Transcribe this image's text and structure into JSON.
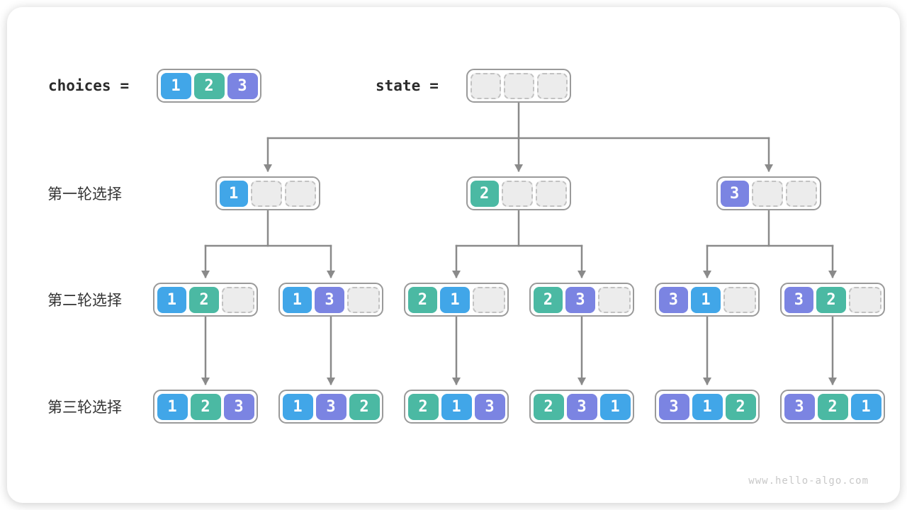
{
  "header": {
    "choices_label": "choices",
    "state_label": "state",
    "equals": "=",
    "choices_cells": [
      "1",
      "2",
      "3"
    ],
    "state_cells": [
      "",
      "",
      ""
    ]
  },
  "colors": {
    "1": "#41a6e8",
    "2": "#4bb9a3",
    "3": "#7b84e2",
    "empty_cell_bg": "#ececec",
    "empty_cell_border": "#c2c2c2",
    "group_border": "#9a9a9a",
    "connector": "#8a8a8a"
  },
  "rows": [
    {
      "label": "第一轮选择",
      "nodes": [
        [
          "1",
          "",
          ""
        ],
        [
          "2",
          "",
          ""
        ],
        [
          "3",
          "",
          ""
        ]
      ]
    },
    {
      "label": "第二轮选择",
      "nodes": [
        [
          "1",
          "2",
          ""
        ],
        [
          "1",
          "3",
          ""
        ],
        [
          "2",
          "1",
          ""
        ],
        [
          "2",
          "3",
          ""
        ],
        [
          "3",
          "1",
          ""
        ],
        [
          "3",
          "2",
          ""
        ]
      ]
    },
    {
      "label": "第三轮选择",
      "nodes": [
        [
          "1",
          "2",
          "3"
        ],
        [
          "1",
          "3",
          "2"
        ],
        [
          "2",
          "1",
          "3"
        ],
        [
          "2",
          "3",
          "1"
        ],
        [
          "3",
          "1",
          "2"
        ],
        [
          "3",
          "2",
          "1"
        ]
      ]
    }
  ],
  "footer": {
    "watermark": "www.hello-algo.com"
  }
}
